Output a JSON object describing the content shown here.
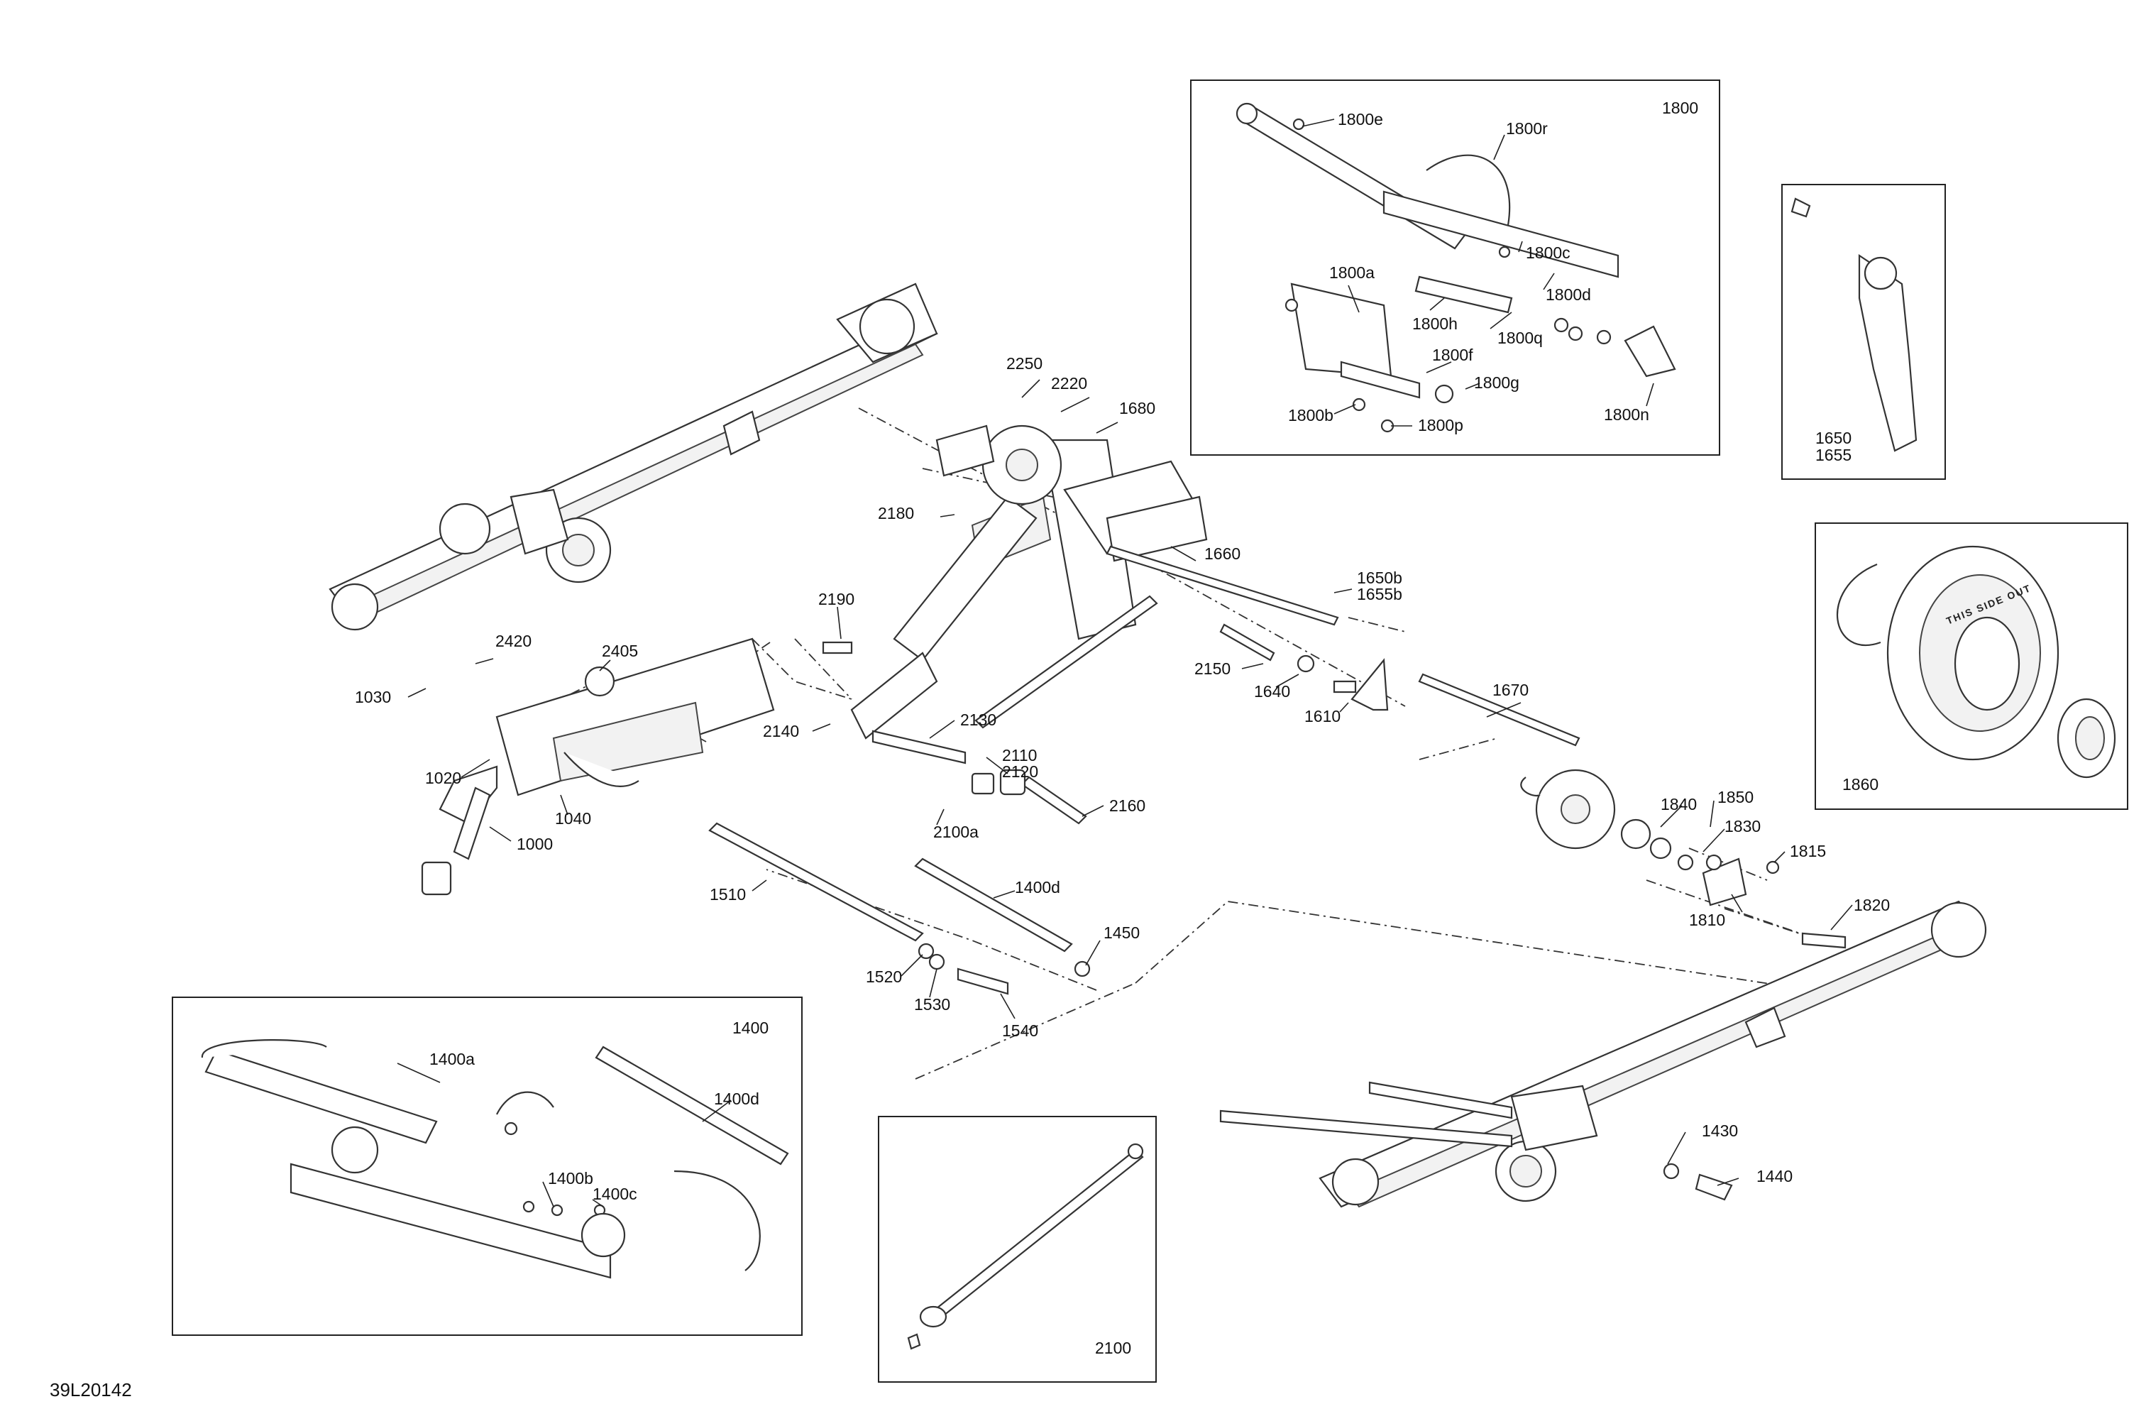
{
  "diagram": {
    "reference_code": "39L20142",
    "wheel_stamp": "THIS SIDE OUT",
    "detail_boxes": [
      {
        "id": "box-1800",
        "label": "1800"
      },
      {
        "id": "box-1650",
        "label": "1650\n1655"
      },
      {
        "id": "box-1860",
        "label": "1860"
      },
      {
        "id": "box-1400",
        "label": "1400"
      },
      {
        "id": "box-2100",
        "label": "2100"
      }
    ],
    "callouts": [
      "1800e",
      "1800r",
      "1800c",
      "1800d",
      "1800a",
      "1800h",
      "1800q",
      "1800f",
      "1800g",
      "1800n",
      "1800b",
      "1800p",
      "2250",
      "2220",
      "1680",
      "2180",
      "1660",
      "1650b",
      "1655b",
      "2190",
      "2150",
      "1640",
      "1610",
      "1670",
      "2420",
      "2405",
      "1030",
      "2130",
      "2140",
      "2110",
      "2120",
      "1020",
      "1040",
      "2100a",
      "2160",
      "1000",
      "1840",
      "1850",
      "1830",
      "1815",
      "1810",
      "1820",
      "1510",
      "1400d",
      "1450",
      "1520",
      "1530",
      "1540",
      "1400a",
      "1400d",
      "1400b",
      "1400c",
      "1430",
      "1440"
    ]
  }
}
